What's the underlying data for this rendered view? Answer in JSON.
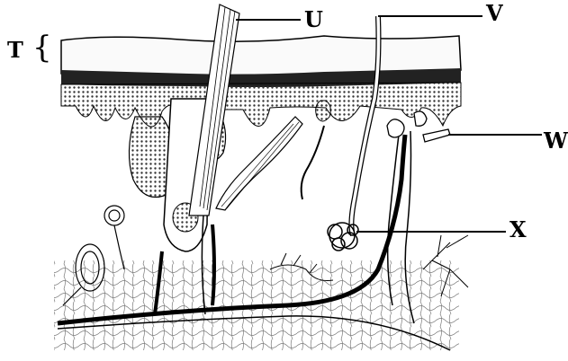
{
  "labels": {
    "t": "T",
    "u": "U",
    "v": "V",
    "w": "W",
    "x": "X"
  },
  "colors": {
    "ink": "#000000",
    "paper": "#ffffff",
    "stipple": "#555555"
  }
}
